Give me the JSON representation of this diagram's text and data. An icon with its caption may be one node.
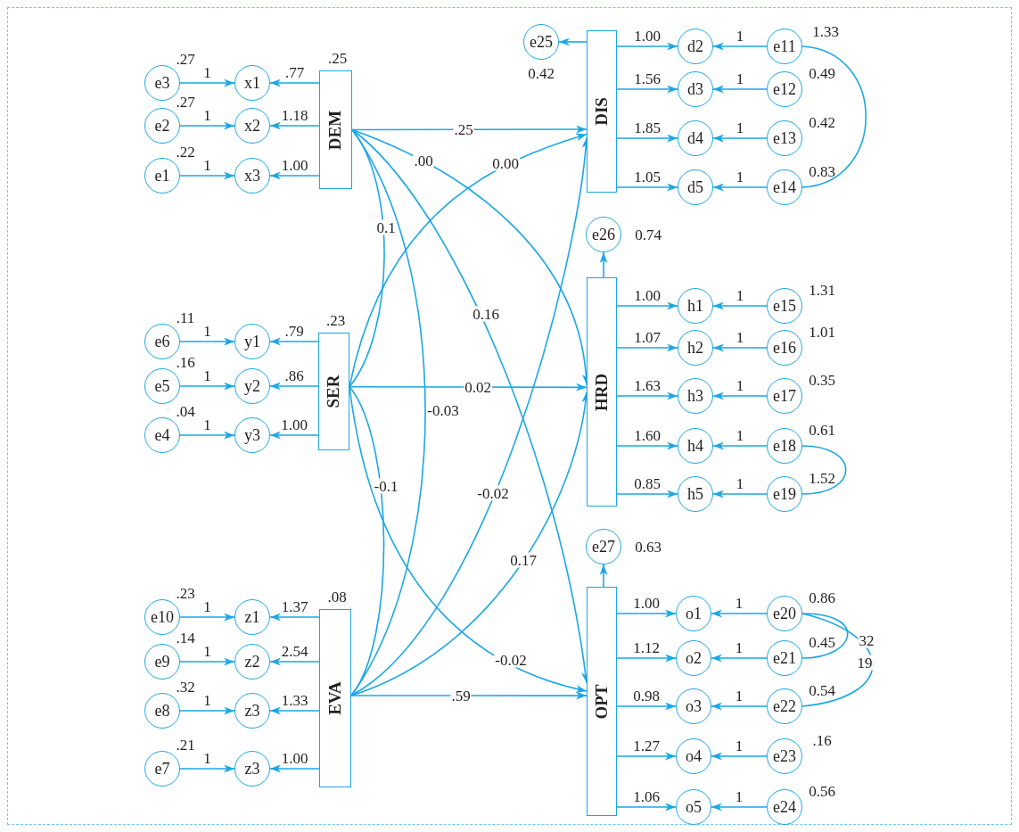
{
  "diagram": {
    "nodes": [
      {
        "text": [
          "e3"
        ],
        "beside": [
          ".27"
        ]
      },
      {
        "text": [
          "e2"
        ],
        "beside": [
          ".27"
        ]
      },
      {
        "text": [
          "e1"
        ],
        "beside": [
          ".22"
        ]
      },
      {
        "text": [
          "x1"
        ]
      },
      {
        "text": [
          "x2"
        ]
      },
      {
        "text": [
          "x3"
        ]
      },
      {
        "text": [
          "DEM"
        ],
        "beside": [
          ".25"
        ]
      },
      {
        "text": [
          "e6"
        ],
        "beside": [
          ".11"
        ]
      },
      {
        "text": [
          "e5"
        ],
        "beside": [
          ".16"
        ]
      },
      {
        "text": [
          "e4"
        ],
        "beside": [
          ".04"
        ]
      },
      {
        "text": [
          "y1"
        ]
      },
      {
        "text": [
          "y2"
        ]
      },
      {
        "text": [
          "y3"
        ]
      },
      {
        "text": [
          "SER"
        ],
        "beside": [
          ".23"
        ]
      },
      {
        "text": [
          "e10"
        ],
        "beside": [
          ".23"
        ]
      },
      {
        "text": [
          "e9"
        ],
        "beside": [
          ".14"
        ]
      },
      {
        "text": [
          "e8"
        ],
        "beside": [
          ".32"
        ]
      },
      {
        "text": [
          "e7"
        ],
        "beside": [
          ".21"
        ]
      },
      {
        "text": [
          "z1"
        ]
      },
      {
        "text": [
          "z2"
        ]
      },
      {
        "text": [
          "z3"
        ]
      },
      {
        "text": [
          "z3"
        ]
      },
      {
        "text": [
          "EVA"
        ],
        "beside": [
          ".08"
        ]
      },
      {
        "text": [
          "e25"
        ],
        "beside": [
          "0.42"
        ]
      },
      {
        "text": [
          "DIS"
        ]
      },
      {
        "text": [
          "d2"
        ]
      },
      {
        "text": [
          "d3"
        ]
      },
      {
        "text": [
          "d4"
        ]
      },
      {
        "text": [
          "d5"
        ]
      },
      {
        "text": [
          "e11"
        ],
        "beside": [
          "1.33"
        ]
      },
      {
        "text": [
          "e12"
        ],
        "beside": [
          "0.49"
        ]
      },
      {
        "text": [
          "e13"
        ],
        "beside": [
          "0.42"
        ]
      },
      {
        "text": [
          "e14"
        ],
        "beside": [
          "0.83"
        ]
      },
      {
        "text": [
          "e26"
        ],
        "beside": [
          "0.74"
        ]
      },
      {
        "text": [
          "HRD"
        ]
      },
      {
        "text": [
          "h1"
        ]
      },
      {
        "text": [
          "h2"
        ]
      },
      {
        "text": [
          "h3"
        ]
      },
      {
        "text": [
          "h4"
        ]
      },
      {
        "text": [
          "h5"
        ]
      },
      {
        "text": [
          "e15"
        ],
        "beside": [
          "1.31"
        ]
      },
      {
        "text": [
          "e16"
        ],
        "beside": [
          "1.01"
        ]
      },
      {
        "text": [
          "e17"
        ],
        "beside": [
          "0.35"
        ]
      },
      {
        "text": [
          "e18"
        ],
        "beside": [
          "0.61"
        ]
      },
      {
        "text": [
          "e19"
        ],
        "beside": [
          "1.52"
        ]
      },
      {
        "text": [
          "e27"
        ],
        "beside": [
          "0.63"
        ]
      },
      {
        "text": [
          "OPT"
        ]
      },
      {
        "text": [
          "o1"
        ]
      },
      {
        "text": [
          "o2"
        ]
      },
      {
        "text": [
          "o3"
        ]
      },
      {
        "text": [
          "o4"
        ]
      },
      {
        "text": [
          "o5"
        ]
      },
      {
        "text": [
          "e20"
        ],
        "beside": [
          "0.86"
        ]
      },
      {
        "text": [
          "e21"
        ],
        "beside": [
          "0.45"
        ]
      },
      {
        "text": [
          "e22"
        ],
        "beside": [
          "0.54"
        ]
      },
      {
        "text": [
          "e23"
        ],
        "beside": [
          ".16"
        ]
      },
      {
        "text": [
          "e24"
        ],
        "beside": [
          "0.56"
        ]
      }
    ],
    "edges": [
      {
        "from": 0,
        "to": 3,
        "arrow": "to",
        "label": "1"
      },
      {
        "from": 1,
        "to": 4,
        "arrow": "to",
        "label": "1"
      },
      {
        "from": 2,
        "to": 5,
        "arrow": "to",
        "label": "1"
      },
      {
        "from": 6,
        "to": 3,
        "arrow": "to",
        "label": ".77"
      },
      {
        "from": 6,
        "to": 4,
        "arrow": "to",
        "label": "1.18"
      },
      {
        "from": 6,
        "to": 5,
        "arrow": "to",
        "label": "1.00"
      },
      {
        "from": 7,
        "to": 10,
        "arrow": "to",
        "label": "1"
      },
      {
        "from": 8,
        "to": 11,
        "arrow": "to",
        "label": "1"
      },
      {
        "from": 9,
        "to": 12,
        "arrow": "to",
        "label": "1"
      },
      {
        "from": 13,
        "to": 10,
        "arrow": "to",
        "label": ".79"
      },
      {
        "from": 13,
        "to": 11,
        "arrow": "to",
        "label": ".86"
      },
      {
        "from": 13,
        "to": 12,
        "arrow": "to",
        "label": "1.00"
      },
      {
        "from": 14,
        "to": 18,
        "arrow": "to",
        "label": "1"
      },
      {
        "from": 15,
        "to": 19,
        "arrow": "to",
        "label": "1"
      },
      {
        "from": 16,
        "to": 20,
        "arrow": "to",
        "label": "1"
      },
      {
        "from": 17,
        "to": 21,
        "arrow": "to",
        "label": "1"
      },
      {
        "from": 22,
        "to": 18,
        "arrow": "to",
        "label": "1.37"
      },
      {
        "from": 22,
        "to": 19,
        "arrow": "to",
        "label": "2.54"
      },
      {
        "from": 22,
        "to": 20,
        "arrow": "to",
        "label": "1.33"
      },
      {
        "from": 22,
        "to": 21,
        "arrow": "to",
        "label": "1.00"
      },
      {
        "from": 24,
        "to": 23,
        "arrow": "to"
      },
      {
        "from": 24,
        "to": 25,
        "arrow": "to",
        "label": "1.00"
      },
      {
        "from": 24,
        "to": 26,
        "arrow": "to",
        "label": "1.56"
      },
      {
        "from": 24,
        "to": 27,
        "arrow": "to",
        "label": "1.85"
      },
      {
        "from": 24,
        "to": 28,
        "arrow": "to",
        "label": "1.05"
      },
      {
        "from": 29,
        "to": 25,
        "arrow": "to",
        "label": "1"
      },
      {
        "from": 30,
        "to": 26,
        "arrow": "to",
        "label": "1"
      },
      {
        "from": 31,
        "to": 27,
        "arrow": "to",
        "label": "1"
      },
      {
        "from": 32,
        "to": 28,
        "arrow": "to",
        "label": "1"
      },
      {
        "from": 29,
        "to": 32,
        "arrow": "none"
      },
      {
        "from": 34,
        "to": 33,
        "arrow": "to"
      },
      {
        "from": 34,
        "to": 35,
        "arrow": "to",
        "label": "1.00"
      },
      {
        "from": 34,
        "to": 36,
        "arrow": "to",
        "label": "1.07"
      },
      {
        "from": 34,
        "to": 37,
        "arrow": "to",
        "label": "1.63"
      },
      {
        "from": 34,
        "to": 38,
        "arrow": "to",
        "label": "1.60"
      },
      {
        "from": 34,
        "to": 39,
        "arrow": "to",
        "label": "0.85"
      },
      {
        "from": 40,
        "to": 35,
        "arrow": "to",
        "label": "1"
      },
      {
        "from": 41,
        "to": 36,
        "arrow": "to",
        "label": "1"
      },
      {
        "from": 42,
        "to": 37,
        "arrow": "to",
        "label": "1"
      },
      {
        "from": 43,
        "to": 38,
        "arrow": "to",
        "label": "1"
      },
      {
        "from": 44,
        "to": 39,
        "arrow": "to",
        "label": "1"
      },
      {
        "from": 43,
        "to": 44,
        "arrow": "none"
      },
      {
        "from": 46,
        "to": 45,
        "arrow": "to"
      },
      {
        "from": 46,
        "to": 47,
        "arrow": "to",
        "label": "1.00"
      },
      {
        "from": 46,
        "to": 48,
        "arrow": "to",
        "label": "1.12"
      },
      {
        "from": 46,
        "to": 49,
        "arrow": "to",
        "label": "0.98"
      },
      {
        "from": 46,
        "to": 50,
        "arrow": "to",
        "label": "1.27"
      },
      {
        "from": 46,
        "to": 51,
        "arrow": "to",
        "label": "1.06"
      },
      {
        "from": 52,
        "to": 47,
        "arrow": "to",
        "label": "1"
      },
      {
        "from": 53,
        "to": 48,
        "arrow": "to",
        "label": "1"
      },
      {
        "from": 54,
        "to": 49,
        "arrow": "to",
        "label": "1"
      },
      {
        "from": 55,
        "to": 50,
        "arrow": "to",
        "label": "1"
      },
      {
        "from": 56,
        "to": 51,
        "arrow": "to",
        "label": "1"
      },
      {
        "from": 52,
        "to": 53,
        "arrow": "none"
      },
      {
        "from": 52,
        "to": 54,
        "arrow": "none"
      },
      {
        "from": 6,
        "to": 24,
        "arrow": "to",
        "label": ".25"
      },
      {
        "from": 6,
        "to": 34,
        "arrow": "to",
        "label": ".00"
      },
      {
        "from": 6,
        "to": 46,
        "arrow": "to",
        "label": "0.16"
      },
      {
        "from": 6,
        "to": 13,
        "arrow": "none",
        "label": "0.1"
      },
      {
        "from": 6,
        "to": 22,
        "arrow": "none",
        "label": "-0.03"
      },
      {
        "from": 13,
        "to": 24,
        "arrow": "to",
        "label": "0.00"
      },
      {
        "from": 13,
        "to": 34,
        "arrow": "to",
        "label": "0.02"
      },
      {
        "from": 13,
        "to": 22,
        "arrow": "none",
        "label": "-0.1"
      },
      {
        "from": 13,
        "to": 46,
        "arrow": "to",
        "label": "-0.02"
      },
      {
        "from": 22,
        "to": 24,
        "arrow": "to",
        "label": "-0.02"
      },
      {
        "from": 22,
        "to": 34,
        "arrow": "to",
        "label": "0.17"
      },
      {
        "from": 22,
        "to": 46,
        "arrow": "to",
        "label": ".59"
      }
    ],
    "labels": [
      "32",
      "19"
    ]
  }
}
